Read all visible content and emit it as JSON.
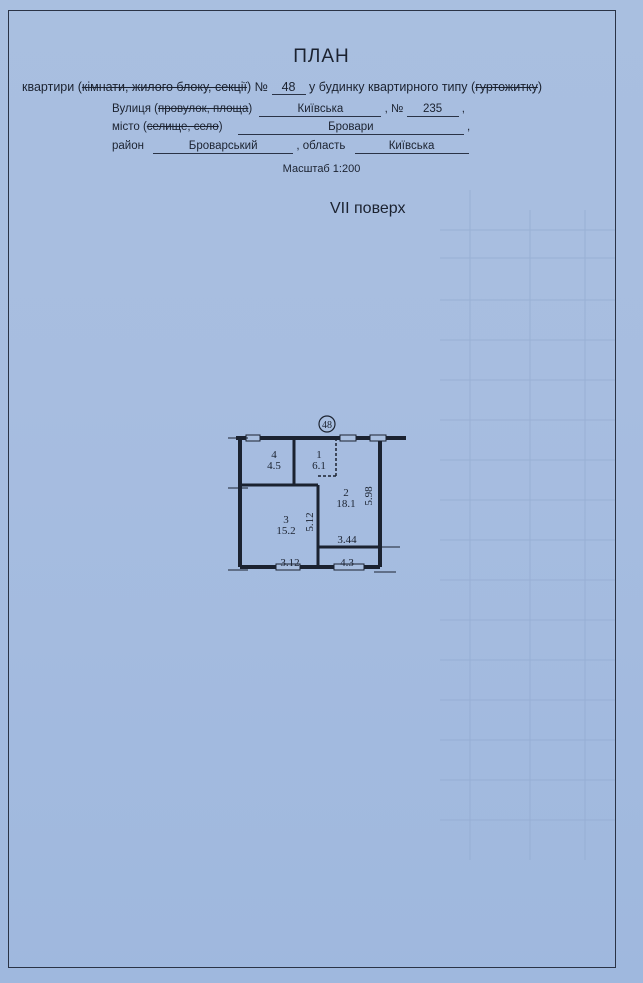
{
  "document": {
    "title": "ПЛАН",
    "line1": {
      "prefix": "квартири (",
      "struck": "кімнати, жилого блоку, секції",
      "after_struck": ") №",
      "apartment_no": "48",
      "middle": "у будинку квартирного типу (",
      "struck2": "гуртожитку",
      "suffix": ")"
    },
    "street": {
      "label": "Вулиця (",
      "struck": "провулок, площа",
      "label_end": ")",
      "value": "Київська",
      "no_label": ", №",
      "no_value": "235",
      "comma": ","
    },
    "city": {
      "label": "місто (",
      "struck": "селище, село",
      "label_end": ")",
      "value": "Бровари",
      "comma": ","
    },
    "district": {
      "label": "район",
      "value": "Броварський",
      "oblast_label": ", область",
      "oblast_value": "Київська"
    },
    "scale": "Масштаб  1:200",
    "floor": "VII поверх"
  },
  "plan": {
    "apartment_marker": "48",
    "rooms": [
      {
        "number": "4",
        "area": "4.5"
      },
      {
        "number": "1",
        "area": "6.1"
      },
      {
        "number": "2",
        "area": "18.1"
      },
      {
        "number": "3",
        "area": "15.2"
      }
    ],
    "dimensions": {
      "right_height": "5.98",
      "inner_height": "5.12",
      "inner_width": "3.44",
      "bottom_left": "3.12",
      "bottom_right": "4.3"
    }
  },
  "colors": {
    "paper": "#a9bfe0",
    "ink": "#1b2230"
  }
}
